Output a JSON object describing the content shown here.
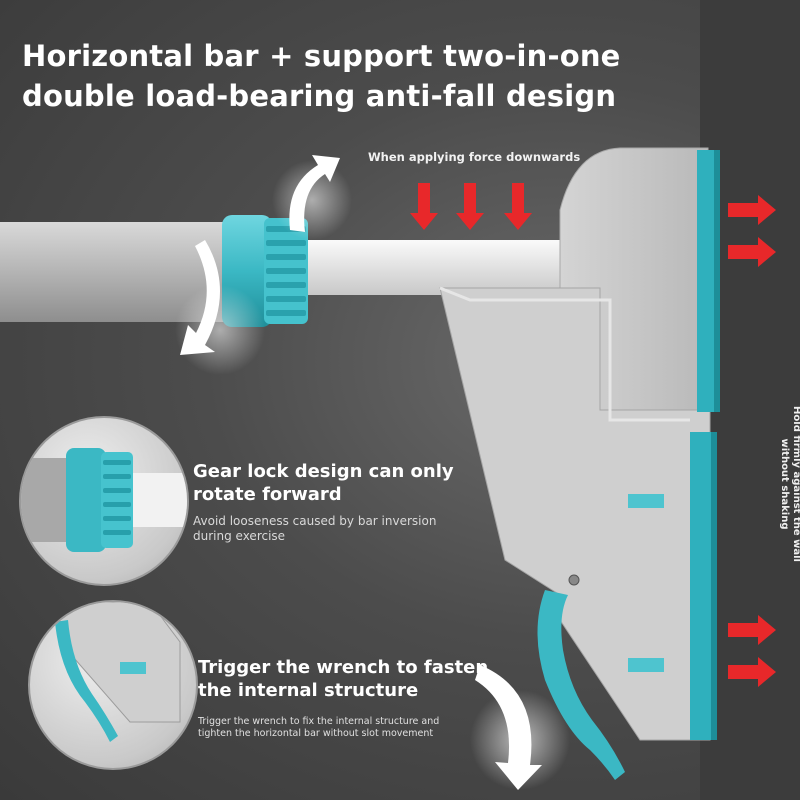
{
  "title": {
    "line1": "Horizontal bar + support two-in-one",
    "line2": "double load-bearing anti-fall design"
  },
  "force_label": "When applying force downwards",
  "wall_label": "Hold firmly against the wall without shaking",
  "feature_gear": {
    "heading_line1": "Gear lock design can only",
    "heading_line2": "rotate forward",
    "sub_line1": "Avoid looseness caused by bar inversion",
    "sub_line2": "during exercise"
  },
  "feature_trigger": {
    "heading_line1": "Trigger the wrench to fasten",
    "heading_line2": "the internal structure",
    "sub_line1": "Trigger the wrench to fix the internal structure and",
    "sub_line2": "tighten the horizontal bar without slot movement"
  },
  "colors": {
    "accent_teal": "#3bb8c4",
    "arrow_red": "#e8282a",
    "bracket_gray": "#c8c8c8",
    "background": "#4c4c4c"
  }
}
